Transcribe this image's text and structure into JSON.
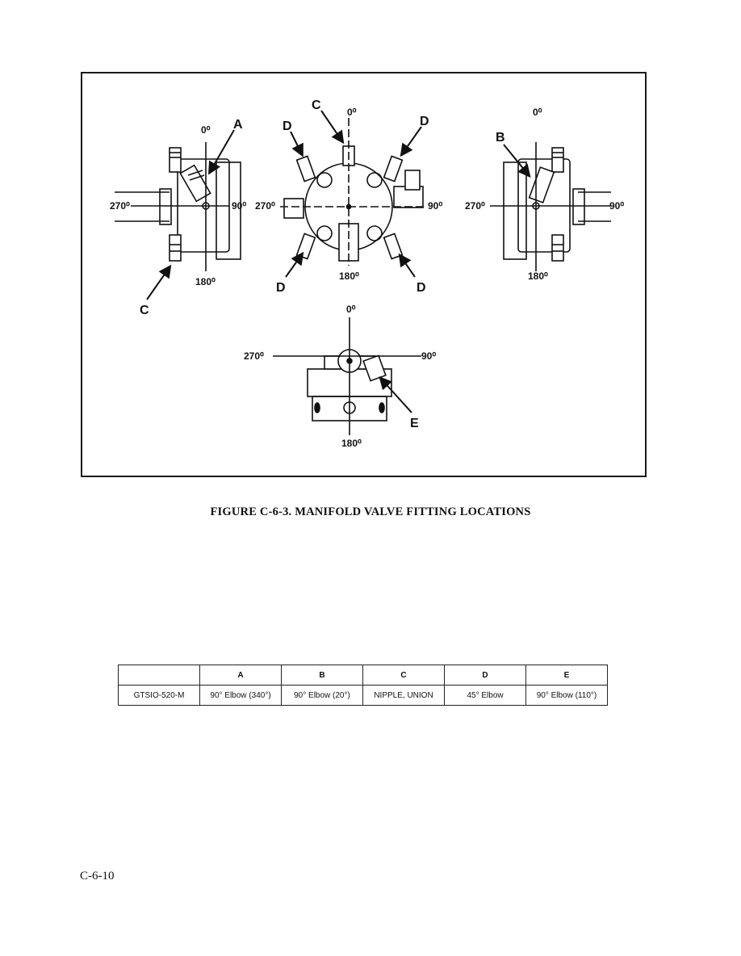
{
  "figure": {
    "caption": "FIGURE C-6-3. MANIFOLD VALVE FITTING LOCATIONS",
    "views": {
      "left": {
        "top": "0⁰",
        "right": "90⁰",
        "bottom": "180⁰",
        "left": "270⁰",
        "callout_a": "A",
        "callout_c": "C"
      },
      "center": {
        "top": "0⁰",
        "right": "90⁰",
        "bottom": "180⁰",
        "left": "270⁰",
        "callout_c": "C",
        "callout_d1": "D",
        "callout_d2": "D",
        "callout_d3": "D",
        "callout_d4": "D"
      },
      "right": {
        "top": "0⁰",
        "right": "90⁰",
        "bottom": "180⁰",
        "left": "270⁰",
        "callout_b": "B"
      },
      "bottom": {
        "top": "0⁰",
        "right": "90⁰",
        "bottom": "180⁰",
        "left": "270⁰",
        "callout_e": "E"
      }
    }
  },
  "table": {
    "headers": [
      "",
      "A",
      "B",
      "C",
      "D",
      "E"
    ],
    "rows": [
      [
        "GTSIO-520-M",
        "90° Elbow (340°)",
        "90° Elbow (20°)",
        "NIPPLE, UNION",
        "45° Elbow",
        "90° Elbow (110°)"
      ]
    ]
  },
  "footer": {
    "page_number": "C-6-10"
  }
}
